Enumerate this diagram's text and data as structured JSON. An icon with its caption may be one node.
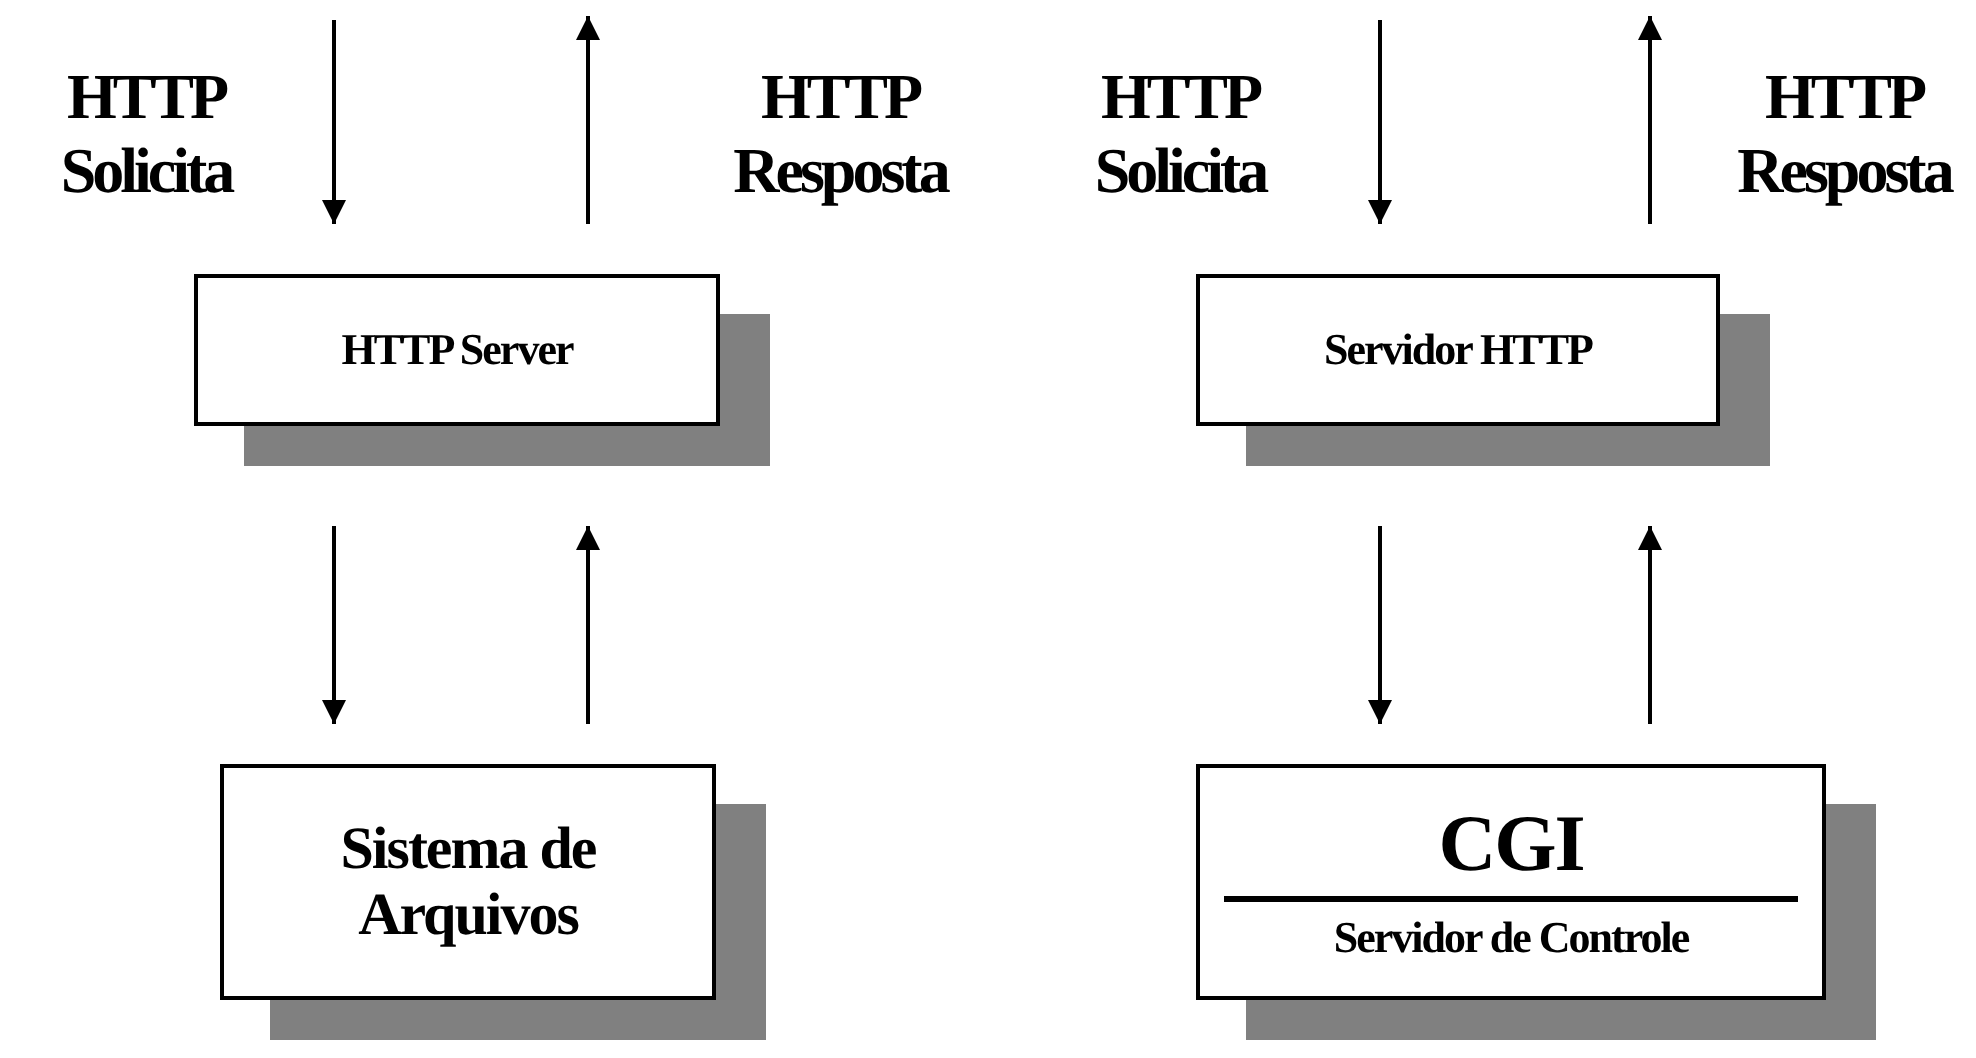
{
  "diagram": {
    "nodes": [
      {
        "text": [
          "HTTP Server"
        ]
      },
      {
        "text": [
          "Sistema de Arquivos"
        ]
      },
      {
        "text": [
          "Servidor HTTP"
        ]
      },
      {
        "text": [
          "CGI",
          "Servidor de Controle"
        ]
      }
    ],
    "edges": [
      {
        "from": null,
        "to": 0,
        "arrow": "to",
        "label": "HTTP Solicita"
      },
      {
        "from": 0,
        "to": null,
        "arrow": "to",
        "label": "HTTP Resposta"
      },
      {
        "from": 0,
        "to": 1,
        "arrow": "to"
      },
      {
        "from": 1,
        "to": 0,
        "arrow": "to"
      },
      {
        "from": null,
        "to": 2,
        "arrow": "to",
        "label": "HTTP Solicita"
      },
      {
        "from": 2,
        "to": null,
        "arrow": "to",
        "label": "HTTP Resposta"
      },
      {
        "from": 2,
        "to": 3,
        "arrow": "to"
      },
      {
        "from": 3,
        "to": 2,
        "arrow": "to"
      }
    ]
  }
}
